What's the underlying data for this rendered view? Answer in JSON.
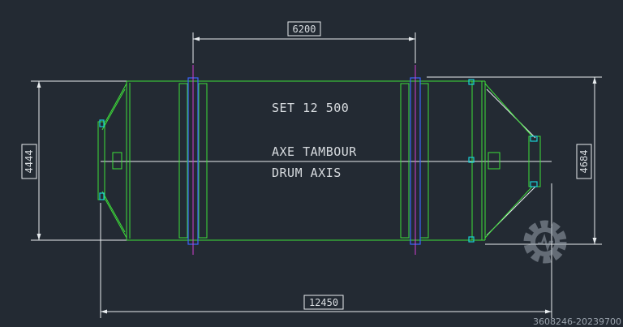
{
  "drawing": {
    "dimensions": {
      "top": "6200",
      "bottom": "12450",
      "left": "4444",
      "right": "4684"
    },
    "labels": {
      "set": "SET 12 500",
      "axis_fr": "AXE TAMBOUR",
      "axis_en": "DRUM AXIS"
    },
    "colors": {
      "background": "#232a33",
      "geometry": "#3ee03a",
      "dimension": "#e8ecef",
      "flange": "#3b66ff",
      "centerline": "#d23fd2",
      "detail": "#19d0d6"
    },
    "watermark": {
      "text": "3608246-20239700",
      "icon": "gear-icon"
    }
  }
}
